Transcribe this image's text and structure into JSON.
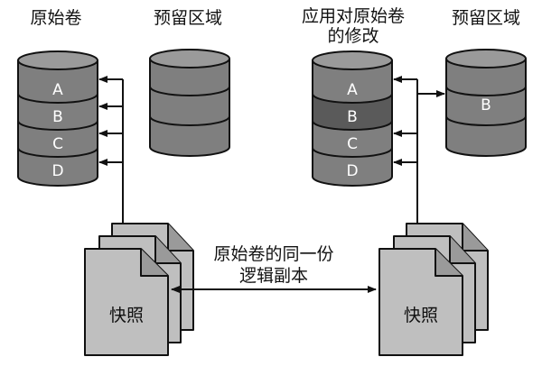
{
  "left_group": {
    "volume_title": "原始卷",
    "reserve_title": "预留区域",
    "segments": [
      "A",
      "B",
      "C",
      "D"
    ],
    "snapshot_label": "快照"
  },
  "right_group": {
    "volume_title_line1": "应用对原始卷",
    "volume_title_line2": "的修改",
    "reserve_title": "预留区域",
    "segments": [
      "A",
      "B",
      "C",
      "D"
    ],
    "reserve_segment": "B",
    "snapshot_label": "快照"
  },
  "connector": {
    "line1": "原始卷的同一份",
    "line2": "逻辑副本"
  },
  "colors": {
    "disk_fill": "#7f7f7f",
    "disk_modified": "#5a5a5a",
    "disk_top": "#9a9a9a",
    "snapshot_fill": "#bfbfbf",
    "outline": "#111111"
  }
}
